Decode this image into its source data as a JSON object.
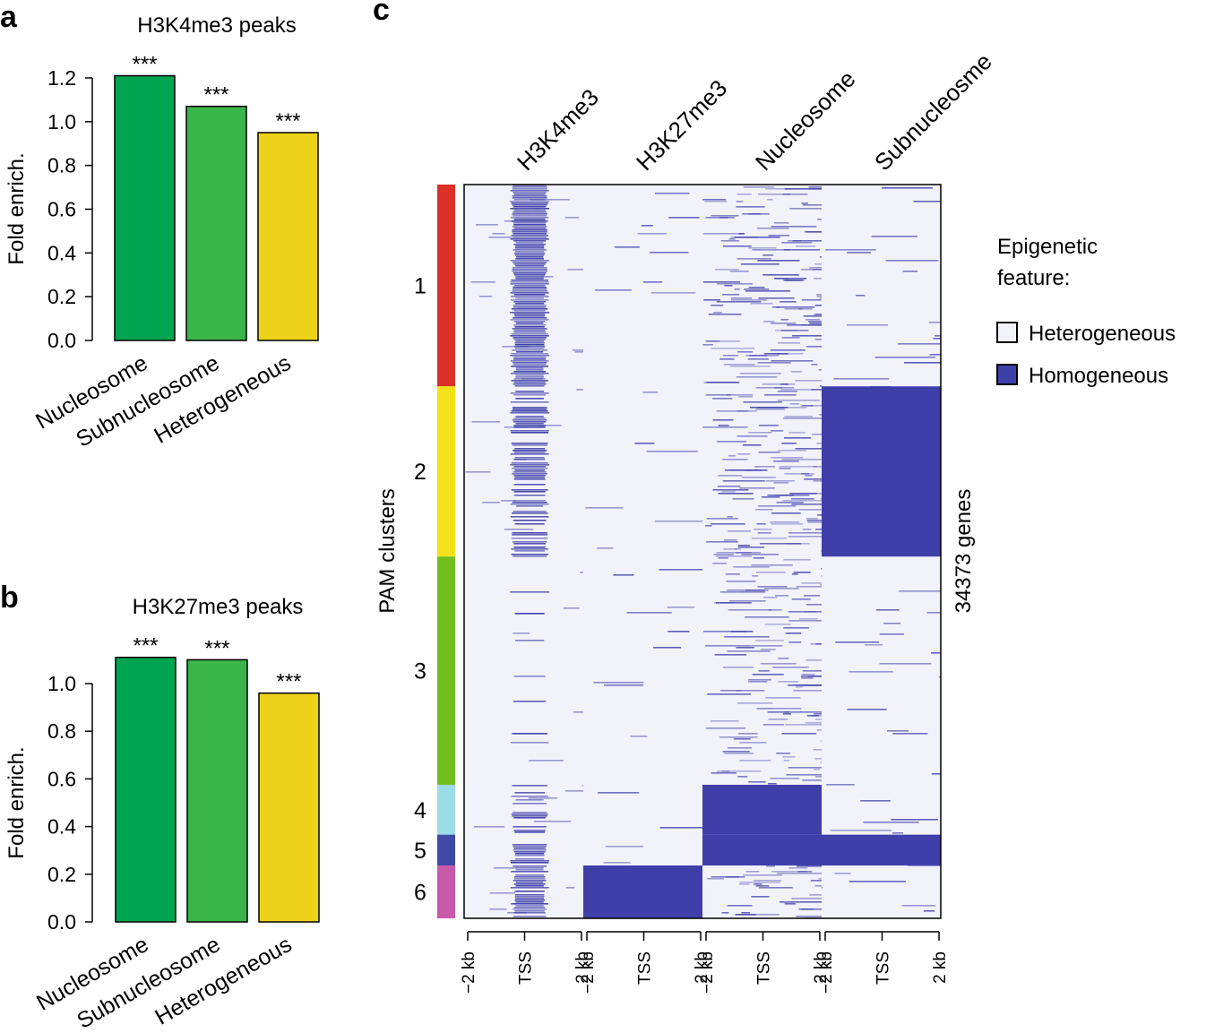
{
  "colors": {
    "nucleosome": "#00a551",
    "subnucleosome": "#3ab54a",
    "heterogeneous": "#eed21a",
    "homogeneous": "#3f3faa",
    "heat_background": "#f1f2fa",
    "cluster_1": "#dc3127",
    "cluster_2": "#f5e11a",
    "cluster_3": "#72be1f",
    "cluster_4": "#9bdce6",
    "cluster_5": "#3f4aa8",
    "cluster_6": "#c95aaa"
  },
  "chart_data": [
    {
      "panel": "a",
      "type": "bar",
      "title": "H3K4me3 peaks",
      "ylabel": "Fold enrich.",
      "xlabel": "",
      "ylim": [
        0,
        1.2
      ],
      "yticks": [
        "0.0",
        "0.2",
        "0.4",
        "0.6",
        "0.8",
        "1.0",
        "1.2"
      ],
      "categories": [
        "Nucleosome",
        "Subnucleosome",
        "Heterogeneous"
      ],
      "values": [
        1.21,
        1.07,
        0.95
      ],
      "significance": [
        "***",
        "***",
        "***"
      ]
    },
    {
      "panel": "b",
      "type": "bar",
      "title": "H3K27me3 peaks",
      "ylabel": "Fold enrich.",
      "xlabel": "",
      "ylim": [
        0,
        1.0
      ],
      "yticks": [
        "0.0",
        "0.2",
        "0.4",
        "0.6",
        "0.8",
        "1.0"
      ],
      "categories": [
        "Nucleosome",
        "Subnucleosome",
        "Heterogeneous"
      ],
      "values": [
        1.11,
        1.1,
        0.96
      ],
      "significance": [
        "***",
        "***",
        "***"
      ]
    },
    {
      "panel": "c",
      "type": "heatmap",
      "columns": [
        "H3K4me3",
        "H3K27me3",
        "Nucleosome",
        "Subnucleosme"
      ],
      "x_tick_labels": [
        "−2 kb",
        "TSS",
        "2 kb"
      ],
      "row_axis_label": "PAM clusters",
      "right_label": "34373 genes",
      "clusters": [
        {
          "label": "1",
          "fraction": 0.275
        },
        {
          "label": "2",
          "fraction": 0.232
        },
        {
          "label": "3",
          "fraction": 0.311
        },
        {
          "label": "4",
          "fraction": 0.068
        },
        {
          "label": "5",
          "fraction": 0.042
        },
        {
          "label": "6",
          "fraction": 0.072
        }
      ],
      "homogeneous_blocks": [
        {
          "column": "H3K27me3",
          "clusters": [
            "6"
          ]
        },
        {
          "column": "Nucleosome",
          "clusters": [
            "4",
            "5"
          ]
        },
        {
          "column": "Subnucleosme",
          "clusters": [
            "2",
            "5"
          ]
        }
      ],
      "legend": {
        "title": "Epigenetic\nfeature:",
        "items": [
          {
            "label": "Heterogeneous",
            "color": "#f1f2fa"
          },
          {
            "label": "Homogeneous",
            "color": "#3f3faa"
          }
        ]
      }
    }
  ]
}
